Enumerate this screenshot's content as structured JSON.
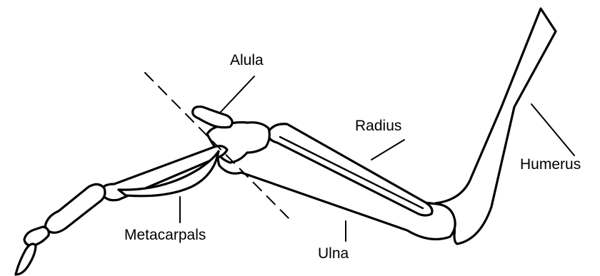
{
  "labels": {
    "alula": "Alula",
    "radius": "Radius",
    "humerus": "Humerus",
    "metacarpals": "Metacarpals",
    "ulna": "Ulna"
  },
  "colors": {
    "line": "#000000",
    "background": "#ffffff"
  }
}
